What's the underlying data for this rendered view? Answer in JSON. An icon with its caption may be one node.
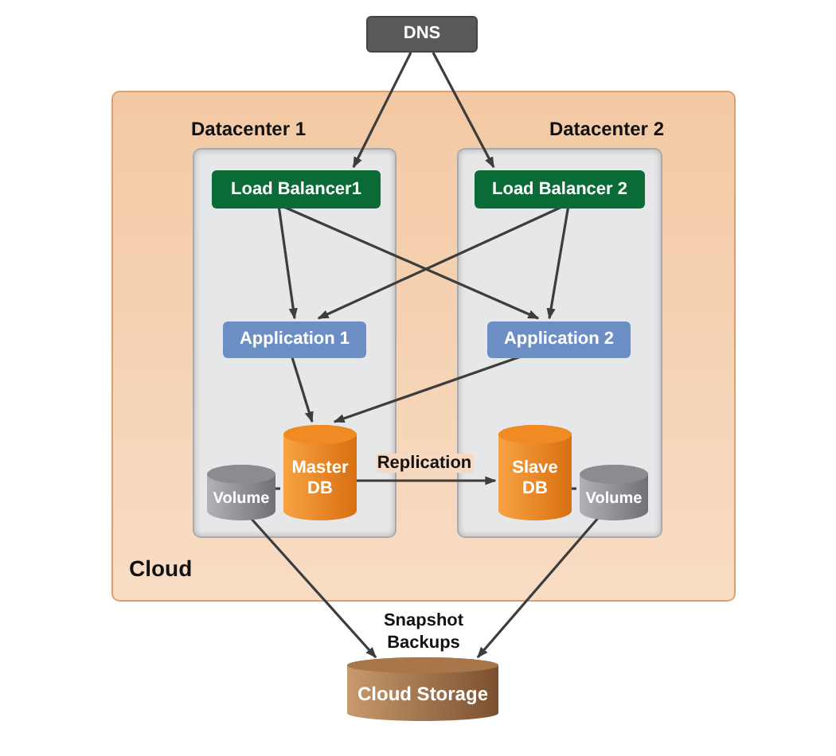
{
  "diagram": {
    "nodes": [
      {
        "text": [
          "DNS"
        ]
      },
      {
        "text": [
          "Cloud"
        ]
      },
      {
        "text": [
          "Datacenter 1"
        ],
        "in": 1
      },
      {
        "text": [
          "Datacenter 2"
        ],
        "in": 1
      },
      {
        "text": [
          "Load Balancer1"
        ],
        "in": 2
      },
      {
        "text": [
          "Load Balancer 2"
        ],
        "in": 3
      },
      {
        "text": [
          "Application 1"
        ],
        "in": 2
      },
      {
        "text": [
          "Application 2"
        ],
        "in": 3
      },
      {
        "text": [
          "Volume"
        ],
        "in": 2
      },
      {
        "text": [
          "Master DB"
        ],
        "in": 2
      },
      {
        "text": [
          "Slave DB"
        ],
        "in": 3
      },
      {
        "text": [
          "Volume"
        ],
        "in": 3
      },
      {
        "text": [
          "Cloud Storage"
        ]
      }
    ],
    "edges": [
      {
        "from": 0,
        "to": 4,
        "arrow": "to"
      },
      {
        "from": 0,
        "to": 5,
        "arrow": "to"
      },
      {
        "from": 4,
        "to": 6,
        "arrow": "to"
      },
      {
        "from": 4,
        "to": 7,
        "arrow": "to"
      },
      {
        "from": 5,
        "to": 6,
        "arrow": "to"
      },
      {
        "from": 5,
        "to": 7,
        "arrow": "to"
      },
      {
        "from": 6,
        "to": 9,
        "arrow": "to"
      },
      {
        "from": 7,
        "to": 9,
        "arrow": "to"
      },
      {
        "from": 9,
        "to": 10,
        "arrow": "to",
        "label": "Replication"
      },
      {
        "from": 8,
        "to": 9,
        "arrow": "none"
      },
      {
        "from": 10,
        "to": 11,
        "arrow": "none"
      },
      {
        "from": 8,
        "to": 12,
        "arrow": "to"
      },
      {
        "from": 11,
        "to": 12,
        "arrow": "to"
      }
    ],
    "labels": [
      "Snapshot Backups"
    ]
  }
}
